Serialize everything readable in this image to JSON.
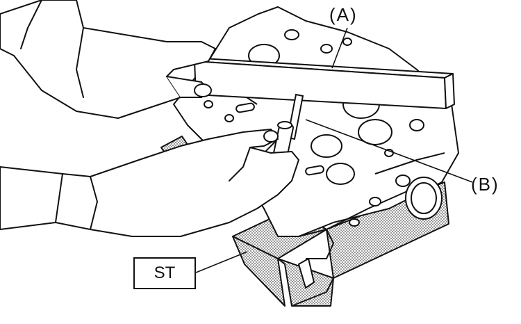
{
  "labels": {
    "straightedge": "(A)",
    "feeler_gauge": "(B)",
    "special_tool": "ST"
  },
  "colors": {
    "line": "#111111",
    "stipple": "#555555",
    "background": "#ffffff"
  }
}
